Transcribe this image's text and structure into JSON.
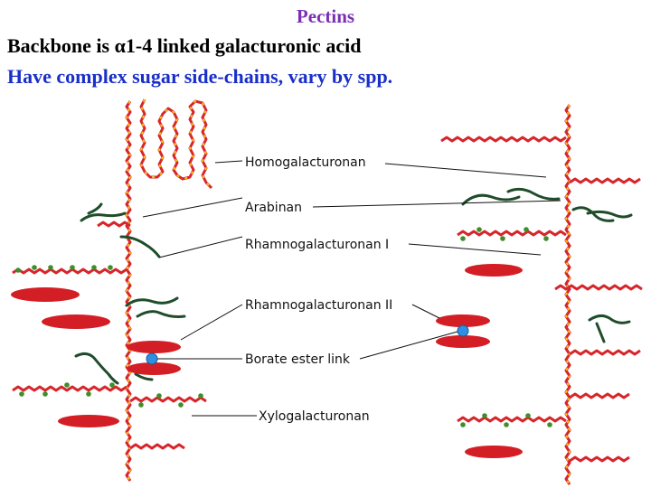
{
  "title": "Pectins",
  "line1_prefix": "Backbone is ",
  "line1_greek": "α",
  "line1_rest": "1-4 linked galacturonic acid",
  "line2": "Have complex sugar side-chains, vary by spp.",
  "labels": {
    "homogalacturonan": "Homogalacturonan",
    "arabinan": "Arabinan",
    "rg1": "Rhamnogalacturonan I",
    "rg2": "Rhamnogalacturonan II",
    "borate": "Borate ester link",
    "xylo": "Xylogalacturonan"
  },
  "colors": {
    "title": "#7a2fb5",
    "line2": "#1a2fc9",
    "backbone_red": "#d7262b",
    "backbone_yellow": "#f2c21a",
    "arabinan_green": "#1f4d2a",
    "dot_green": "#3e8e2a",
    "ellipse_red": "#d41e25",
    "borate_blue": "#2f8fe0"
  }
}
